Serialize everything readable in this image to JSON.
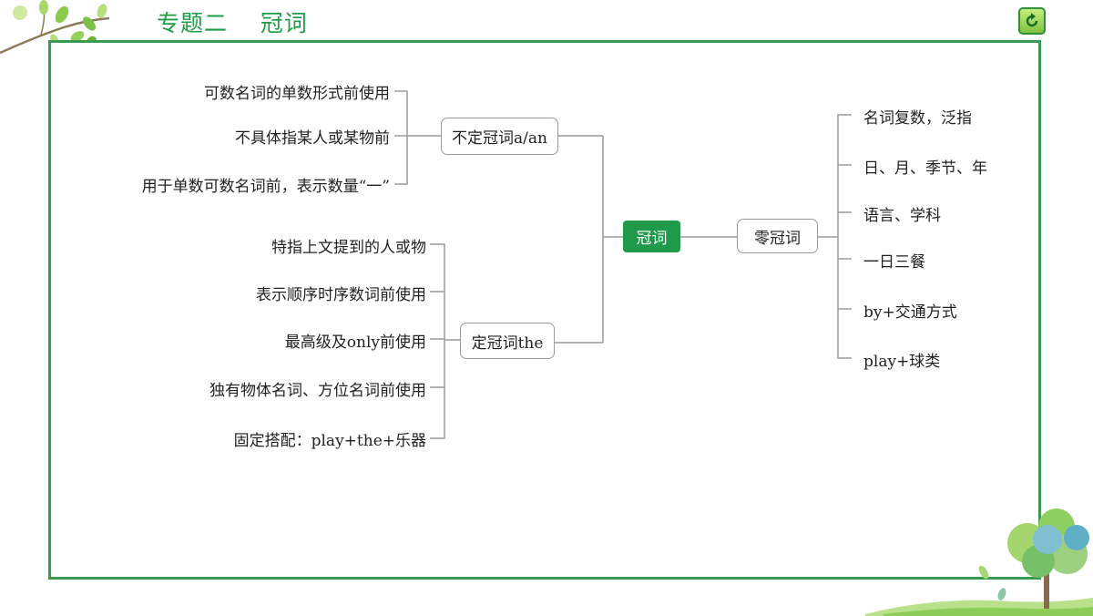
{
  "header": {
    "title": "专题二    冠词"
  },
  "colors": {
    "accent": "#1f9a4a",
    "frame": "#3a9a4f",
    "line": "#9a9a9a"
  },
  "mindmap": {
    "center": "冠词",
    "indefinite": {
      "label": "不定冠词a/an",
      "items": [
        "可数名词的单数形式前使用",
        "不具体指某人或某物前",
        "用于单数可数名词前，表示数量“一”"
      ]
    },
    "definite": {
      "label": "定冠词the",
      "items": [
        "特指上文提到的人或物",
        "表示顺序时序数词前使用",
        "最高级及only前使用",
        "独有物体名词、方位名词前使用",
        "固定搭配：play+the+乐器"
      ]
    },
    "zero": {
      "label": "零冠词",
      "items": [
        "名词复数，泛指",
        "日、月、季节、年",
        "语言、学科",
        "一日三餐",
        "by+交通方式",
        "play+球类"
      ]
    }
  },
  "icons": {
    "refresh": "refresh-icon",
    "branch": "leaf-branch-decoration",
    "tree": "tree-decoration"
  }
}
